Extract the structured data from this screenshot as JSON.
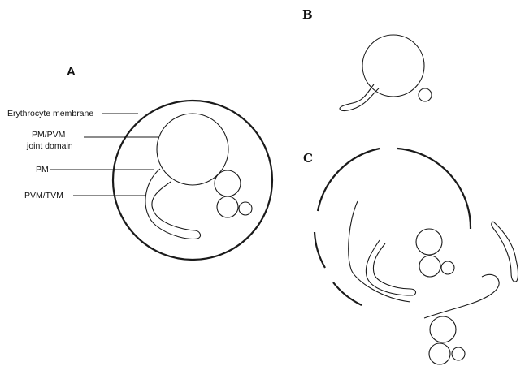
{
  "panels": {
    "a": "A",
    "b": "B",
    "c": "C"
  },
  "labels": {
    "erythrocyte_membrane": "Erythrocyte membrane",
    "pm_pvm_line1": "PM/PVM",
    "pm_pvm_line2": "joint domain",
    "pm": "PM",
    "pvm_tvm": "PVM/TVM"
  }
}
